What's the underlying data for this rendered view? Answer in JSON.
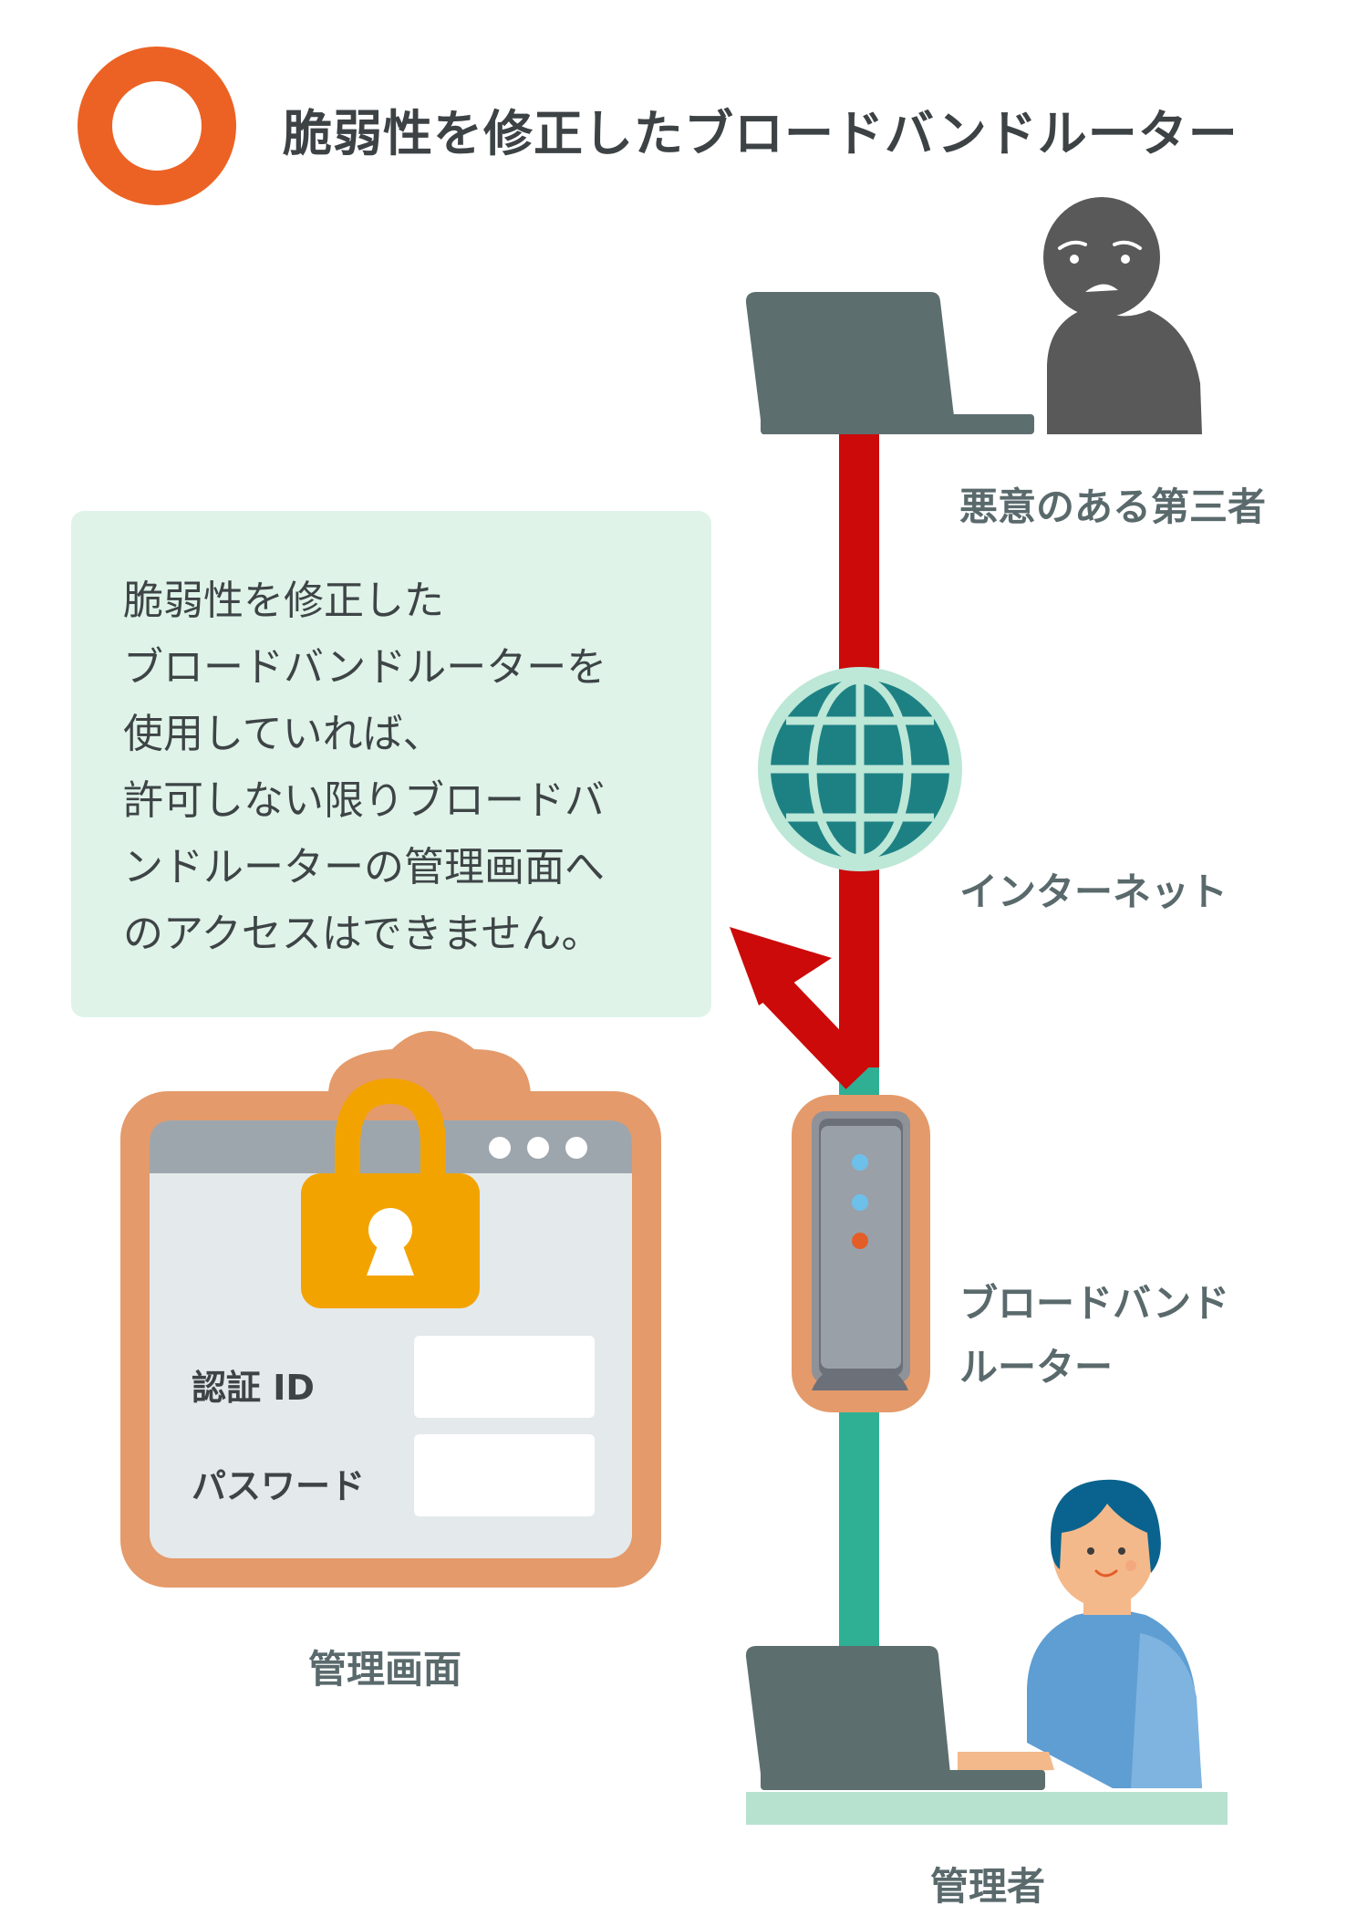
{
  "title": "脆弱性を修正したブロードバンドルーター",
  "colors": {
    "mark_circle": "#ec6224",
    "attack_line": "#cc0a0a",
    "safe_line": "#2fb094",
    "note_bg": "#dff3e9",
    "globe": "#1d8184",
    "router_frame": "#e49a6a",
    "lock": "#f3a300"
  },
  "nodes": {
    "attacker": {
      "label": "悪意のある第三者",
      "icon": "worried-person-icon"
    },
    "internet": {
      "label": "インターネット",
      "icon": "globe-icon"
    },
    "router": {
      "label_lines": [
        "ブロードバンド",
        "ルーター"
      ],
      "icon": "router-icon"
    },
    "admin": {
      "label": "管理者",
      "icon": "smiling-person-icon"
    },
    "admin_screen": {
      "label": "管理画面",
      "icon": "lock-icon"
    }
  },
  "note": {
    "lines": [
      "脆弱性を修正した",
      "ブロードバンドルーターを",
      "使用していれば、",
      "許可しない限りブロードバ",
      "ンドルーターの管理画面へ",
      "のアクセスはできません。"
    ]
  },
  "login_form": {
    "id_label": "認証 ID",
    "password_label": "パスワード"
  }
}
